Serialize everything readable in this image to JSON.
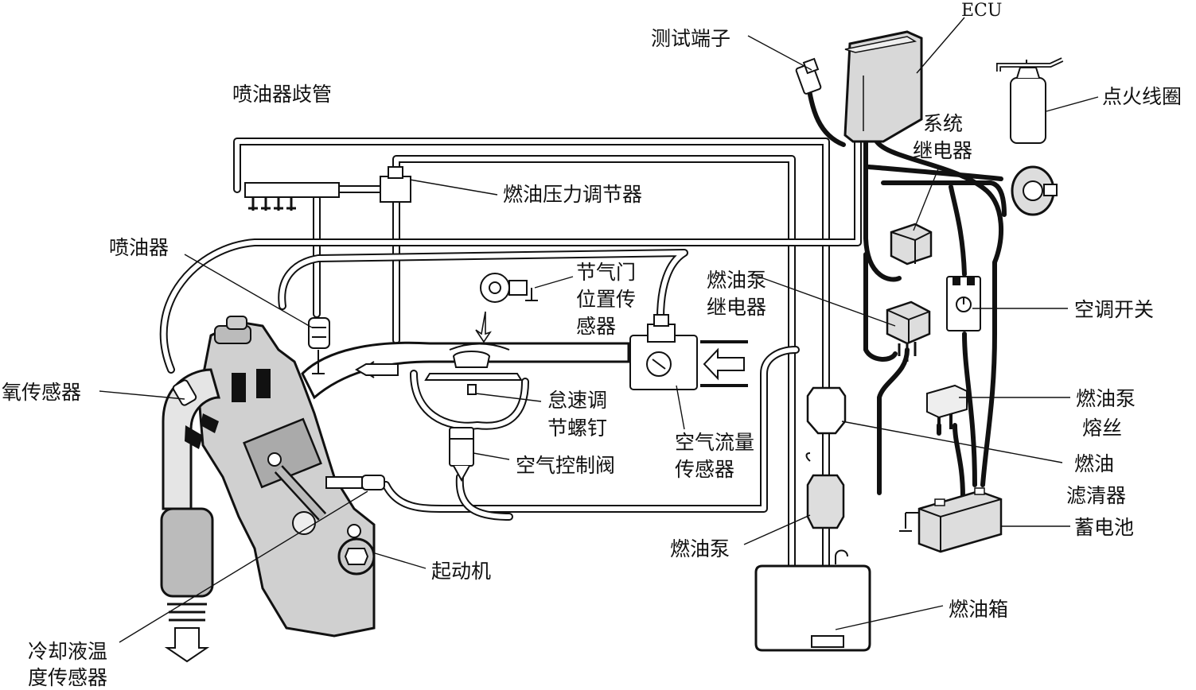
{
  "labels": {
    "ecu": "ECU",
    "test_terminal": "测试端子",
    "ignition_coil": "点火线圈",
    "injector_manifold": "喷油器歧管",
    "system_relay_l1": "系统",
    "system_relay_l2": "继电器",
    "fuel_pressure_regulator": "燃油压力调节器",
    "injector": "喷油器",
    "throttle_sensor_l1": "节气门",
    "throttle_sensor_l2": "位置传",
    "throttle_sensor_l3": "感器",
    "fuel_pump_relay_l1": "燃油泵",
    "fuel_pump_relay_l2": "继电器",
    "ac_switch": "空调开关",
    "oxygen_sensor": "氧传感器",
    "idle_screw_l1": "怠速调",
    "idle_screw_l2": "节螺钉",
    "fuel_pump_fuse_l1": "燃油泵",
    "fuel_pump_fuse_l2": "熔丝",
    "air_flow_sensor_l1": "空气流量",
    "air_flow_sensor_l2": "传感器",
    "air_control_valve": "空气控制阀",
    "fuel_filter_l1": "燃油",
    "fuel_filter_l2": "滤清器",
    "battery": "蓄电池",
    "fuel_pump": "燃油泵",
    "starter": "起动机",
    "fuel_tank": "燃油箱",
    "coolant_sensor_l1": "冷却液温",
    "coolant_sensor_l2": "度传感器"
  }
}
